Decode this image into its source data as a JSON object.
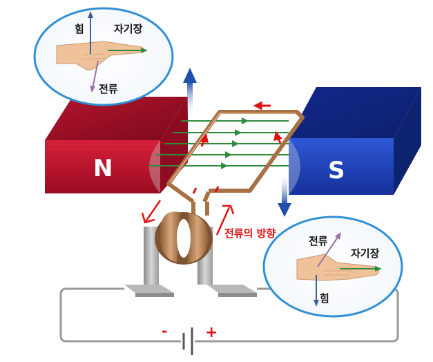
{
  "labels": {
    "north": "N",
    "south": "S",
    "current_direction": "전류의 방향",
    "minus": "-",
    "plus": "+"
  },
  "hand_top": {
    "force": "힘",
    "magnetic_field": "자기장",
    "current": "전류"
  },
  "hand_bottom": {
    "current": "전류",
    "magnetic_field": "자기장",
    "force": "힘"
  },
  "colors": {
    "north_pole": "#c8102e",
    "south_pole": "#1b3fb0",
    "coil": "#a87045",
    "field_lines": "#2e8b3a",
    "current_arrows": "#e01010",
    "force_arrow": "#2a62b8",
    "bubble_border": "#2f8fd6"
  },
  "icons": {
    "top_hand": "left-hand-icon",
    "bottom_hand": "left-hand-icon",
    "battery": "battery-icon"
  }
}
